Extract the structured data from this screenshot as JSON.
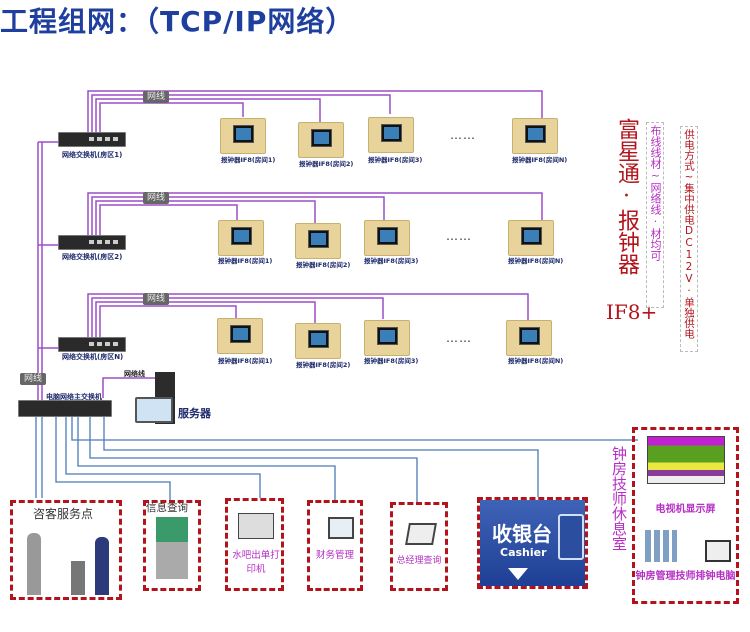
{
  "title": "工程组网：（TCP/IP网络）",
  "cable_label": "网线",
  "network_line_label": "网络线",
  "rows": [
    {
      "switch_label": "网络交换机(房区1)",
      "devices": [
        "报钟器IF8(房间1)",
        "报钟器IF8(房间2)",
        "报钟器IF8(房间3)",
        "报钟器IF8(房间N)"
      ]
    },
    {
      "switch_label": "网络交换机(房区2)",
      "devices": [
        "报钟器IF8(房间1)",
        "报钟器IF8(房间2)",
        "报钟器IF8(房间3)",
        "报钟器IF8(房间N)"
      ]
    },
    {
      "switch_label": "网络交换机(房区N)",
      "devices": [
        "报钟器IF8(房间1)",
        "报钟器IF8(房间2)",
        "报钟器IF8(房间3)",
        "报钟器IF8(房间N)"
      ]
    }
  ],
  "ellipsis": "……",
  "main_switch_label": "电脑网络主交换机",
  "server_label": "服务器",
  "product": {
    "name": "富星通·报钟器",
    "model": "IF8+"
  },
  "wiring_note": "布线线材~网络线·材均可",
  "power_note": "供电方式~集中供电DC12V·单独供电",
  "terminals": {
    "customer_service": "咨客服务点",
    "info_query": "信息查询",
    "printer": "水吧出单打印机",
    "finance": "财务管理",
    "manager": "总经理查询",
    "cashier_cn": "收银台",
    "cashier_en": "Cashier",
    "tech_room": "钟房技师休息室",
    "tv_display": "电视机显示屏",
    "scheduling_pc": "钟房管理技师排钟电脑"
  },
  "colors": {
    "title": "#1f3f9f",
    "purple_cable": "#9b4fc8",
    "blue_cable": "#4a7bb7",
    "dashed_border": "#b3141c",
    "product_red": "#b3141c"
  }
}
